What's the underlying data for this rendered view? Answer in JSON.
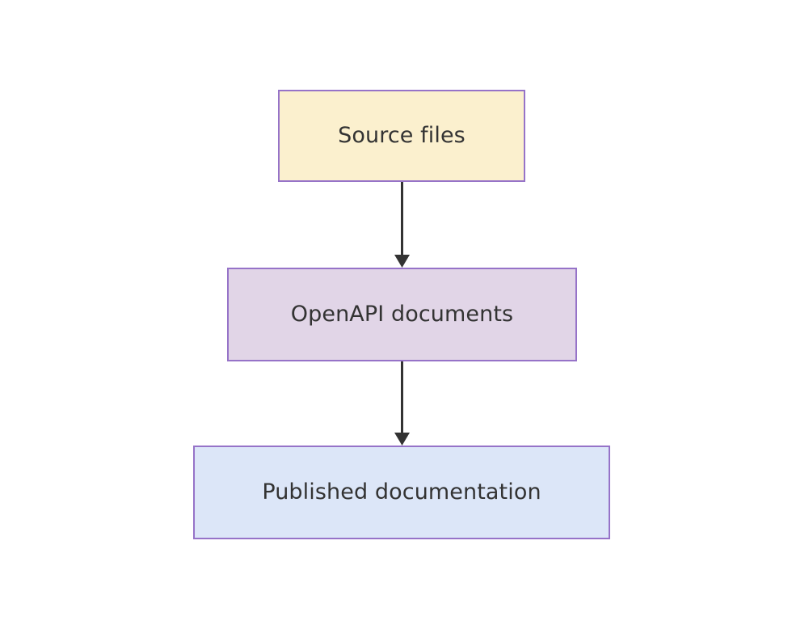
{
  "diagram": {
    "type": "flowchart",
    "direction": "top-to-bottom",
    "background_color": "#ffffff",
    "nodes": [
      {
        "id": "source-files",
        "label": "Source files",
        "fill_color": "#fbf0ce",
        "border_color": "#9673c8",
        "text_color": "#333333"
      },
      {
        "id": "openapi-documents",
        "label": "OpenAPI documents",
        "fill_color": "#e1d5e7",
        "border_color": "#9673c8",
        "text_color": "#333333"
      },
      {
        "id": "published-documentation",
        "label": "Published documentation",
        "fill_color": "#dce6f8",
        "border_color": "#9673c8",
        "text_color": "#333333"
      }
    ],
    "edges": [
      {
        "id": "source-files-to-openapi-documents",
        "from": "source-files",
        "to": "openapi-documents",
        "label": "",
        "arrowhead": "filled-triangle",
        "stroke_color": "#333333"
      },
      {
        "id": "openapi-documents-to-published-documentation",
        "from": "openapi-documents",
        "to": "published-documentation",
        "label": "",
        "arrowhead": "filled-triangle",
        "stroke_color": "#333333"
      }
    ]
  }
}
